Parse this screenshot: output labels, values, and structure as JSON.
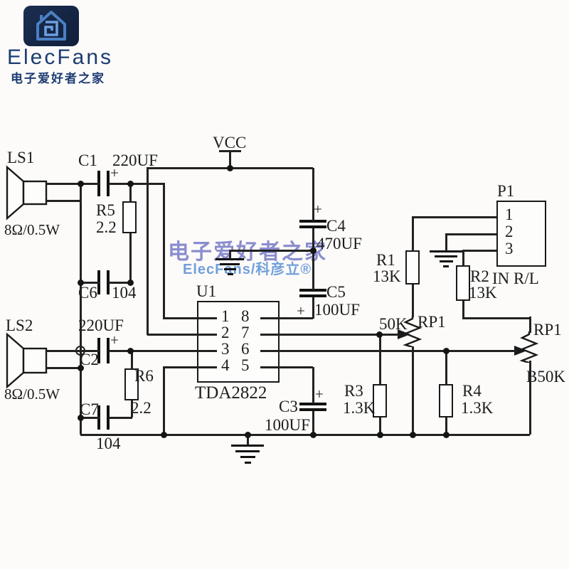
{
  "logo": {
    "brand": "ElecFans",
    "tagline": "电子爱好者之家",
    "icon": "house-circuit-icon"
  },
  "watermark": {
    "line1": "电子爱好者之家",
    "line2": "ElecFans/科彦立®"
  },
  "colors": {
    "logo_navy": "#1d3c72",
    "logo_box": "#16233f",
    "watermark_purple": "#6a6ec3",
    "watermark_blue": "#588ed6",
    "line": "#222222",
    "background": "#fcfbf9"
  },
  "schematic": {
    "power": {
      "vcc": "VCC"
    },
    "ic": {
      "ref": "U1",
      "part": "TDA2822",
      "pins_left": [
        "1",
        "2",
        "3",
        "4"
      ],
      "pins_right": [
        "8",
        "7",
        "6",
        "5"
      ]
    },
    "labels": {
      "plus": "+"
    },
    "speakers": [
      {
        "ref": "LS1",
        "value": "8Ω/0.5W"
      },
      {
        "ref": "LS2",
        "value": "8Ω/0.5W"
      }
    ],
    "capacitors": [
      {
        "ref": "C1",
        "value": "220UF"
      },
      {
        "ref": "C2",
        "value": "220UF"
      },
      {
        "ref": "C3",
        "value": "100UF"
      },
      {
        "ref": "C4",
        "value": "470UF"
      },
      {
        "ref": "C5",
        "value": "100UF"
      },
      {
        "ref": "C6",
        "value": "104"
      },
      {
        "ref": "C7",
        "value": "104"
      }
    ],
    "resistors": [
      {
        "ref": "R1",
        "value": "13K"
      },
      {
        "ref": "R2",
        "value": "13K"
      },
      {
        "ref": "R3",
        "value": "1.3K"
      },
      {
        "ref": "R4",
        "value": "1.3K"
      },
      {
        "ref": "R5",
        "value": "2.2"
      },
      {
        "ref": "R6",
        "value": "2.2"
      }
    ],
    "potentiometers": [
      {
        "ref": "RP1",
        "value": "50K"
      },
      {
        "ref": "RP1",
        "value": "B50K"
      }
    ],
    "connector": {
      "ref": "P1",
      "pins": [
        "1",
        "2",
        "3"
      ],
      "label": "IN R/L"
    }
  }
}
